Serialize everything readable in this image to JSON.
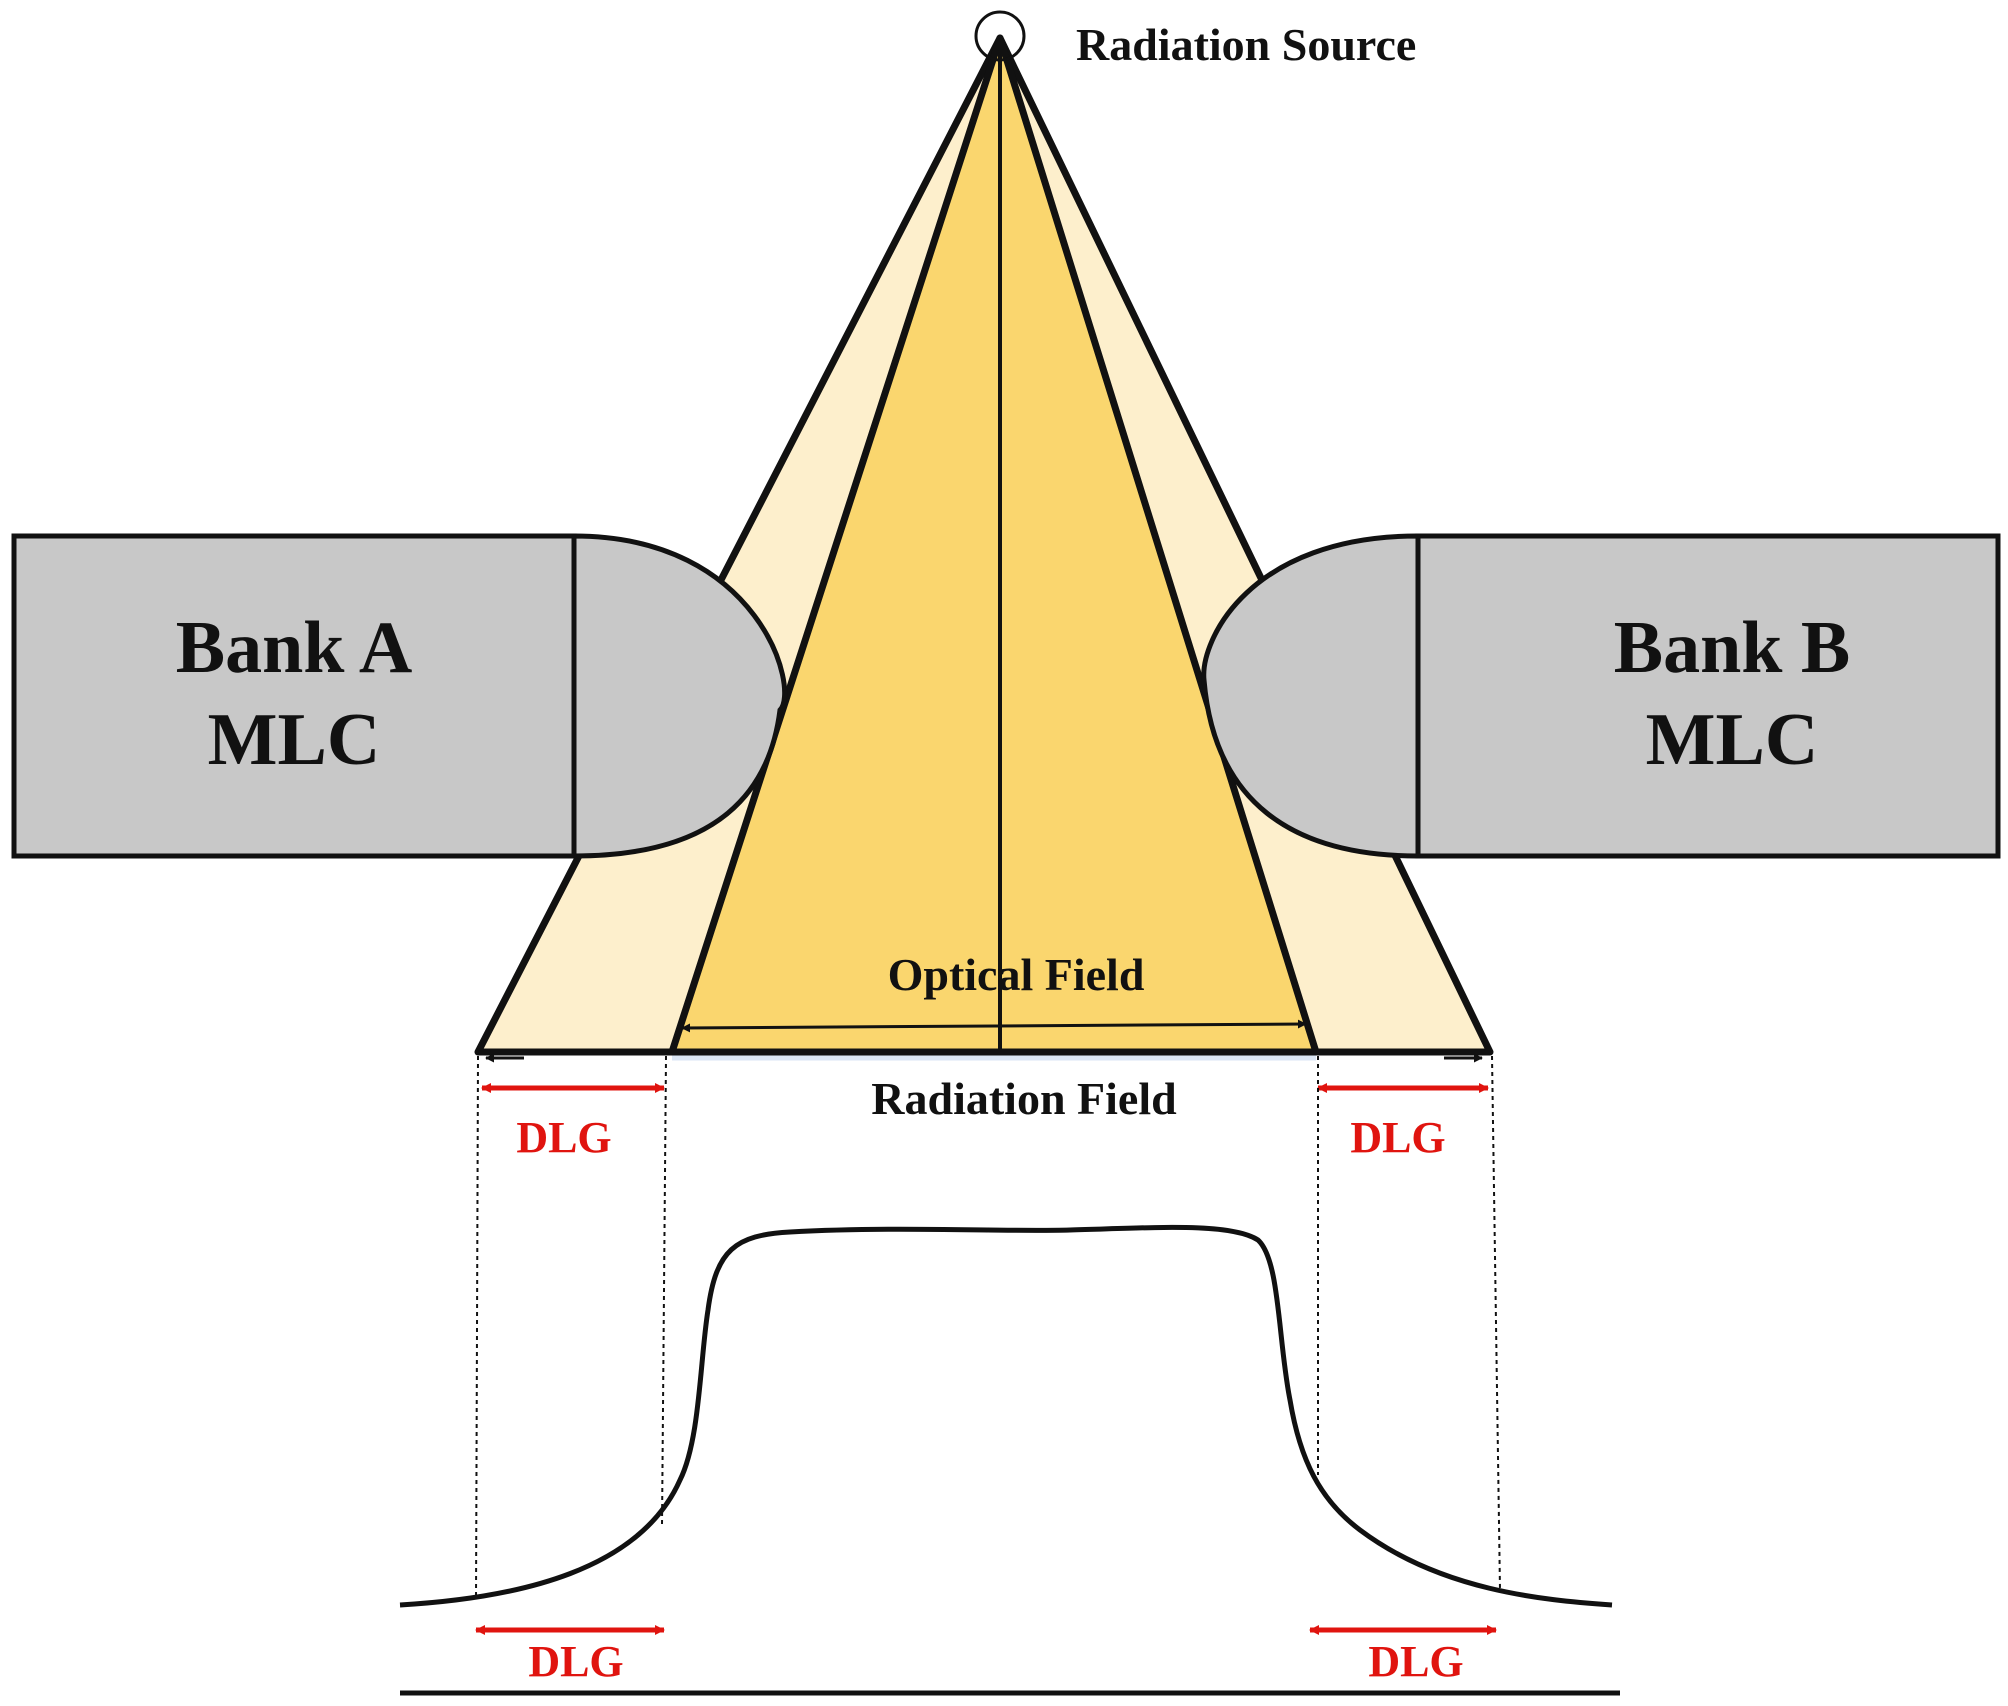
{
  "labels": {
    "radiation_source": "Radiation Source",
    "bank_a_line1": "Bank A",
    "bank_a_line2": "MLC",
    "bank_b_line1": "Bank B",
    "bank_b_line2": "MLC",
    "optical_field": "Optical Field",
    "radiation_field": "Radiation Field",
    "dlg": "DLG"
  },
  "colors": {
    "outer_cone": "#fdefcc",
    "inner_cone": "#fad66e",
    "mlc_fill": "#c8c8c8",
    "outline": "#111111",
    "dlg_arrow": "#e0140f",
    "radiation_field_line": "#dbe6f4"
  }
}
